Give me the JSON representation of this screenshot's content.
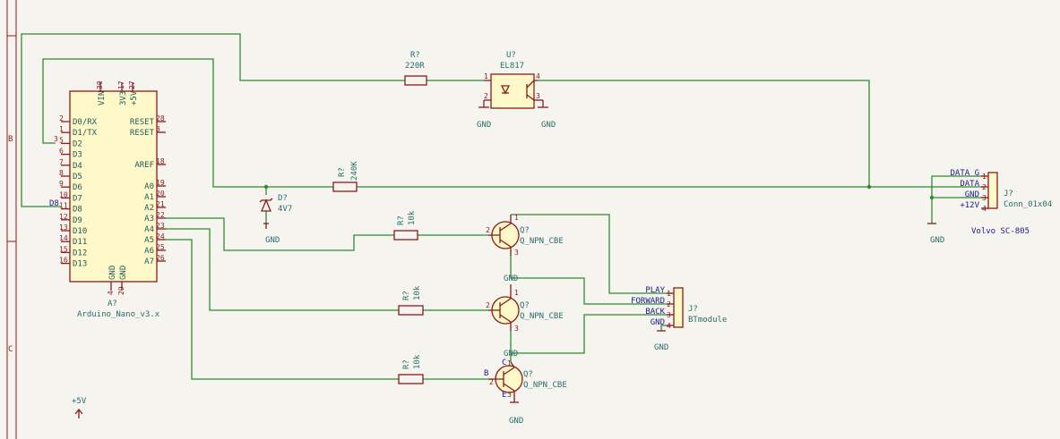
{
  "frame": {
    "row_b": "B",
    "row_c": "C"
  },
  "arduino": {
    "ref": "A?",
    "value": "Arduino_Nano_v3.x",
    "top_pins": [
      "VIN",
      "3V3",
      "+5V"
    ],
    "top_pin_nums": [
      "30",
      "17",
      "27"
    ],
    "left_names": [
      "D0/RX",
      "D1/TX",
      "D2",
      "D3",
      "D4",
      "D5",
      "D6",
      "D7",
      "D8",
      "D9",
      "D10",
      "D11",
      "D12",
      "D13"
    ],
    "left_nums": [
      "2",
      "1",
      "5",
      "6",
      "7",
      "8",
      "9",
      "10",
      "11",
      "12",
      "13",
      "14",
      "15",
      "16"
    ],
    "right_names": [
      "RESET",
      "RESET",
      "AREF",
      "A0",
      "A1",
      "A2",
      "A3",
      "A4",
      "A5",
      "A6",
      "A7"
    ],
    "right_nums": [
      "28",
      "3",
      "18",
      "19",
      "20",
      "21",
      "22",
      "23",
      "24",
      "25",
      "26"
    ],
    "gnd_names": [
      "GND",
      "GND"
    ],
    "gnd_nums": [
      "4",
      "29"
    ],
    "d8_label": "D8",
    "d2_num": "3"
  },
  "r_opto": {
    "ref": "R?",
    "value": "220R"
  },
  "opto": {
    "ref": "U?",
    "value": "EL817",
    "p1": "1",
    "p2": "2",
    "p3": "3",
    "p4": "4",
    "gnd1": "GND",
    "gnd2": "GND"
  },
  "r_div": {
    "ref": "R?",
    "value": "240K"
  },
  "zener": {
    "ref": "D?",
    "value": "4V7",
    "gnd": "GND"
  },
  "r1": {
    "ref": "R?",
    "value": "10k"
  },
  "r2": {
    "ref": "R?",
    "value": "10k"
  },
  "r3": {
    "ref": "R?",
    "value": "10k"
  },
  "q1": {
    "ref": "Q?",
    "value": "Q_NPN_CBE",
    "p1": "1",
    "p2": "2",
    "p3": "3"
  },
  "q2": {
    "ref": "Q?",
    "value": "Q_NPN_CBE",
    "p1": "1",
    "p2": "2",
    "p3": "3",
    "gnd": "GND"
  },
  "q3": {
    "ref": "Q?",
    "value": "Q_NPN_CBE",
    "p1": "1",
    "p2": "2",
    "p3": "3",
    "gnd": "GND",
    "b": "B",
    "c": "C",
    "e": "E",
    "gnd_bottom": "GND"
  },
  "j_volvo": {
    "ref": "J?",
    "value": "Conn_01x04",
    "desc": "Volvo SC-805",
    "pins": [
      "DATA G",
      "DATA",
      "GND",
      "+12V"
    ],
    "nums": [
      "1",
      "2",
      "3",
      "4"
    ],
    "gnd": "GND"
  },
  "j_bt": {
    "ref": "J?",
    "value": "BTmodule",
    "pins": [
      "PLAY",
      "FORWARD",
      "BACK",
      "GND"
    ],
    "nums": [
      "1",
      "2",
      "3",
      "4"
    ],
    "gnd": "GND"
  },
  "power": {
    "label": "+5V"
  }
}
